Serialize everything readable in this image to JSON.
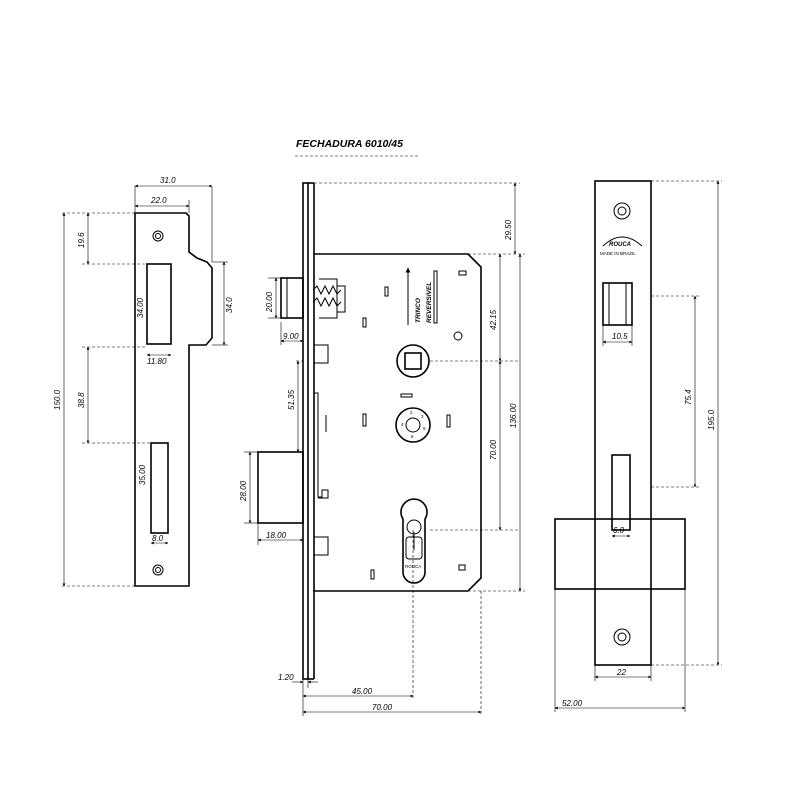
{
  "title": "FECHADURA 6010/45",
  "labels": {
    "trinco": "TRINCO",
    "reversivel": "REVERSIVEL",
    "brand": "ROUCA",
    "made_in": "MADE IN BRAZIL",
    "tiny1": "ROUCA",
    "tiny2": "ROUCA",
    "cyl_logo": "ROUCA",
    "cam_numbers": [
      "2",
      "3",
      "4",
      "5",
      "6"
    ]
  },
  "strike_plate": {
    "width_total": "31.0",
    "width_plate": "22.0",
    "top_to_hole": "19.6",
    "latch_opening": "34.00",
    "latch_tongue": "34.0",
    "opening_width": "11.80",
    "gap": "38.8",
    "height_total": "150.0",
    "bolt_opening": "35.00",
    "bolt_width": "8.0"
  },
  "lock_body": {
    "top_offset": "29.50",
    "latch_height": "20.00",
    "latch_throw": "9.00",
    "upper_to_spindle": "42.15",
    "spindle_to_bolt": "51.35",
    "total_height": "136.00",
    "spindle_to_cylinder": "70.00",
    "bolt_height": "28.00",
    "bolt_throw": "18.00",
    "faceplate_thickness": "1.20",
    "backset": "45.00",
    "case_depth": "70.00"
  },
  "front_plate": {
    "latch_width": "10.5",
    "latch_to_bolt": "75.4",
    "height_total": "195.0",
    "bolt_width": "6.0",
    "plate_width": "22",
    "total_width": "52.00"
  }
}
